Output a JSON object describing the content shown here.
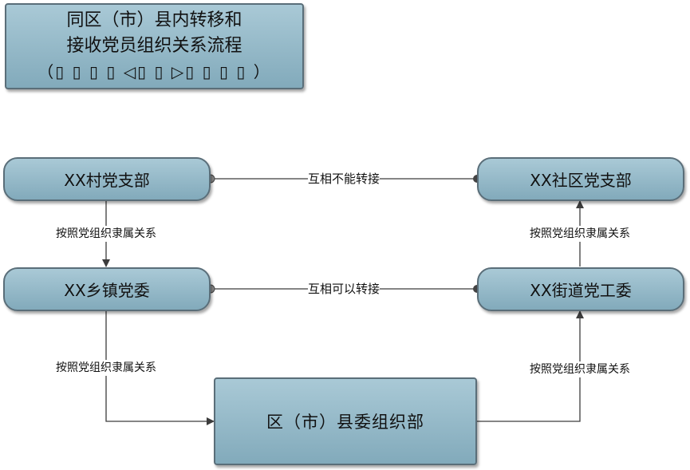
{
  "title": {
    "line1": "同区（市）县内转移和",
    "line2": "接收党员组织关系流程",
    "line3": "（▯ ▯ ▯ ▯ ◁▯ ▯ ▷▯ ▯ ▯ ▯ ）"
  },
  "nodes": {
    "village_branch": "XX村党支部",
    "community_branch": "XX社区党支部",
    "township_committee": "XX乡镇党委",
    "street_committee": "XX街道党工委",
    "district_org_dept": "区（市）县委组织部"
  },
  "edges": {
    "village_to_community": "互相不能转接",
    "township_to_street": "互相可以转接",
    "village_to_township": "按照党组织隶属关系",
    "street_to_community": "按照党组织隶属关系",
    "township_to_district": "按照党组织隶属关系",
    "district_to_street": "按照党组织隶属关系"
  },
  "colors": {
    "node_fill_top": "#a9c9d6",
    "node_fill_bottom": "#82aabb",
    "node_border": "#5a6e79",
    "connector": "#3c3c3c"
  }
}
